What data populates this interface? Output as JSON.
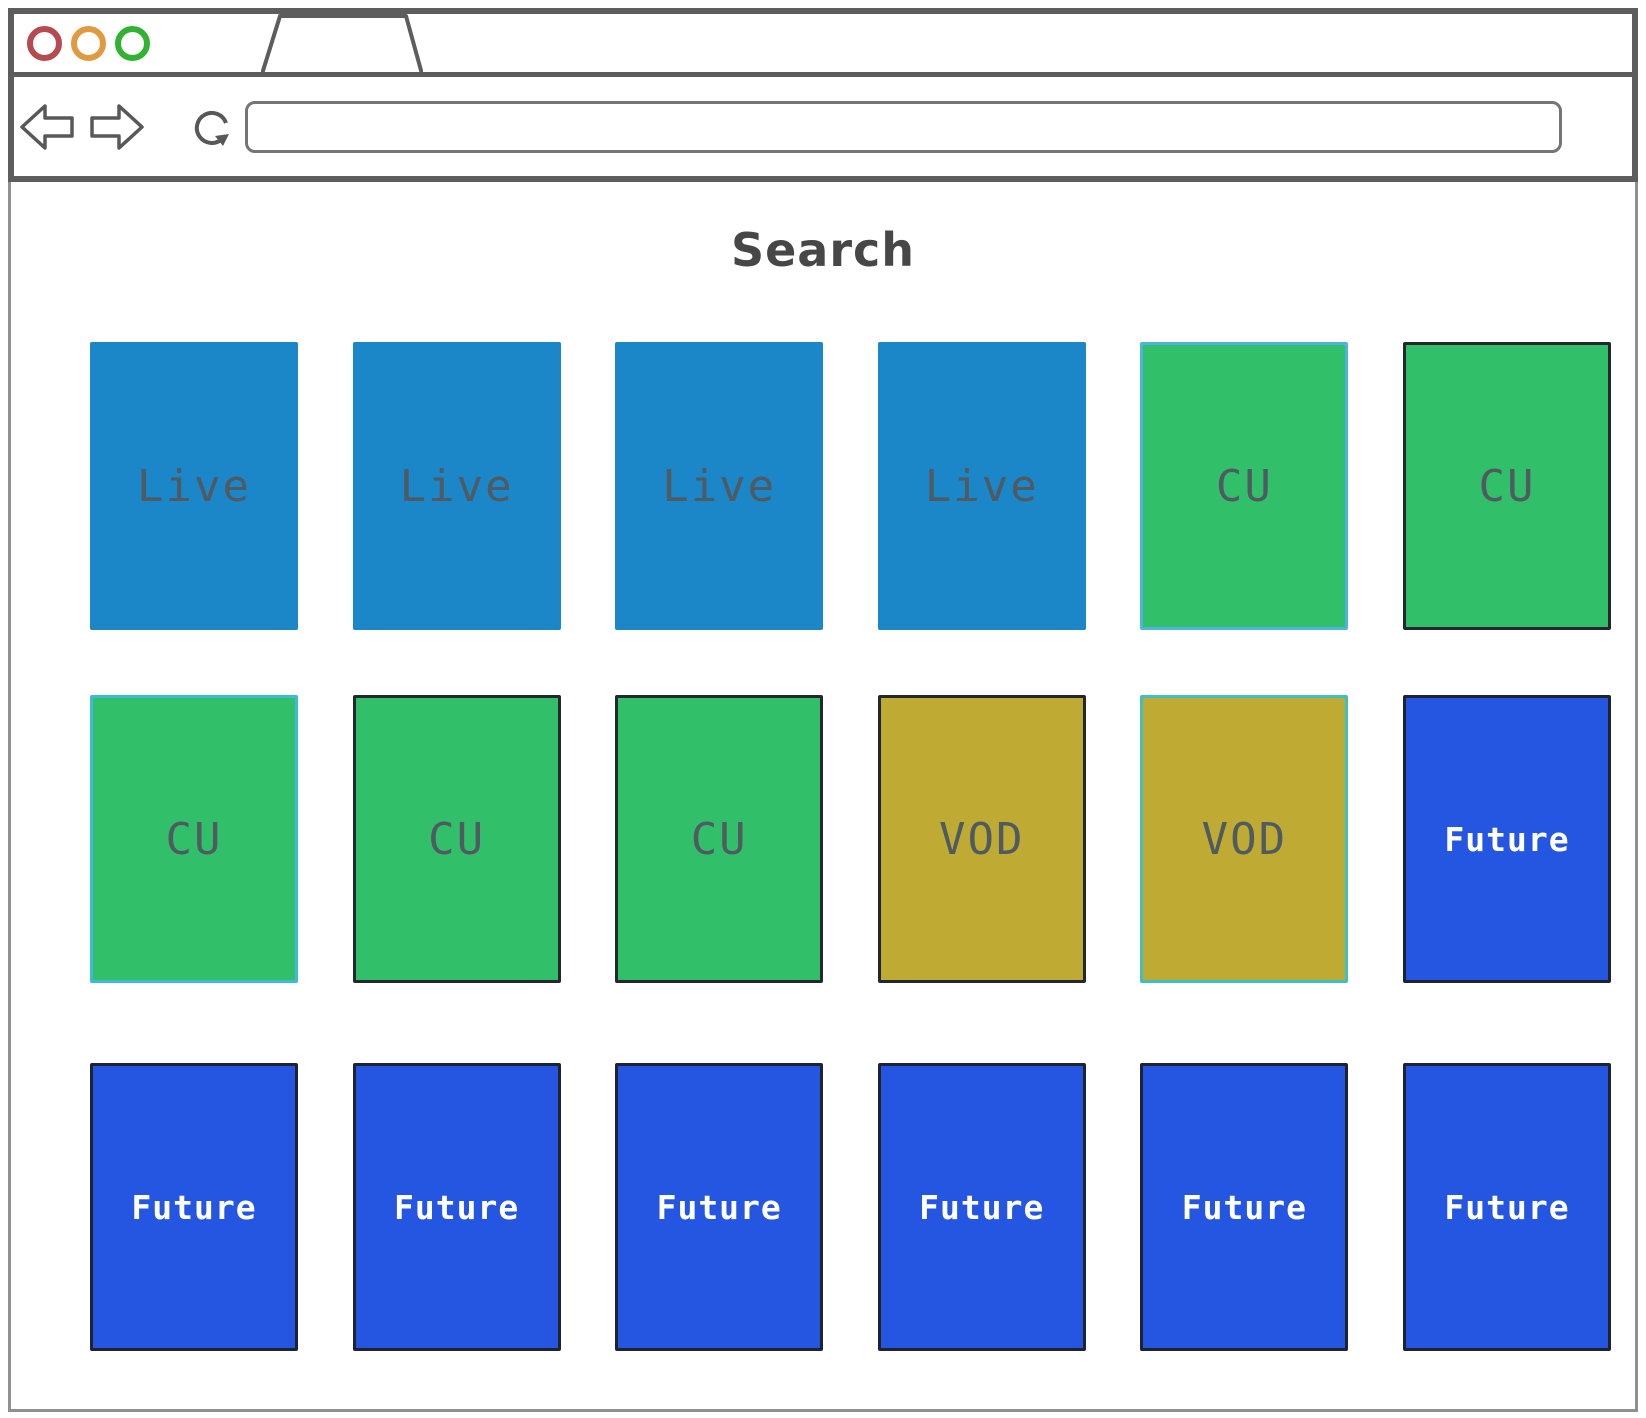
{
  "browser": {
    "traffic_lights": [
      {
        "name": "close-button",
        "color": "#b54a50"
      },
      {
        "name": "minimize-button",
        "color": "#e09a40"
      },
      {
        "name": "zoom-button",
        "color": "#32b232"
      }
    ],
    "tab_label": "",
    "url_bar": {
      "value": "",
      "placeholder": ""
    }
  },
  "page": {
    "title": "Search",
    "grid": {
      "rows": [
        {
          "cards": [
            {
              "label": "Live",
              "bg": "#1b86c8",
              "border": "#1b86c8",
              "text": "#4f5a61"
            },
            {
              "label": "Live",
              "bg": "#1b86c8",
              "border": "#1b86c8",
              "text": "#4f5a61"
            },
            {
              "label": "Live",
              "bg": "#1b86c8",
              "border": "#1b86c8",
              "text": "#4f5a61"
            },
            {
              "label": "Live",
              "bg": "#1b86c8",
              "border": "#1b86c8",
              "text": "#4f5a61"
            },
            {
              "label": "CU",
              "bg": "#32bf6a",
              "border": "#4db4dd",
              "text": "#4f5a61"
            },
            {
              "label": "CU",
              "bg": "#32bf6a",
              "border": "#23282c",
              "text": "#4f5a61"
            }
          ]
        },
        {
          "cards": [
            {
              "label": "CU",
              "bg": "#32bf6a",
              "border": "#3fb9da",
              "text": "#4f5a61"
            },
            {
              "label": "CU",
              "bg": "#32bf6a",
              "border": "#23282c",
              "text": "#4f5a61"
            },
            {
              "label": "CU",
              "bg": "#32bf6a",
              "border": "#23282c",
              "text": "#4f5a61"
            },
            {
              "label": "VOD",
              "bg": "#bfab33",
              "border": "#23282c",
              "text": "#4f5a61"
            },
            {
              "label": "VOD",
              "bg": "#bfab33",
              "border": "#3ec0c0",
              "text": "#4f5a61"
            },
            {
              "label": "Future",
              "bg": "#2556e2",
              "border": "#1d2330",
              "text": "#ffffff"
            }
          ]
        },
        {
          "cards": [
            {
              "label": "Future",
              "bg": "#2556e2",
              "border": "#1d2330",
              "text": "#ffffff"
            },
            {
              "label": "Future",
              "bg": "#2556e2",
              "border": "#1d2330",
              "text": "#ffffff"
            },
            {
              "label": "Future",
              "bg": "#2556e2",
              "border": "#1d2330",
              "text": "#ffffff"
            },
            {
              "label": "Future",
              "bg": "#2556e2",
              "border": "#1d2330",
              "text": "#ffffff"
            },
            {
              "label": "Future",
              "bg": "#2556e2",
              "border": "#1d2330",
              "text": "#ffffff"
            },
            {
              "label": "Future",
              "bg": "#2556e2",
              "border": "#1d2330",
              "text": "#ffffff"
            }
          ]
        }
      ]
    }
  },
  "colors": {
    "live_bg": "#1b86c8",
    "cu_bg": "#32bf6a",
    "vod_bg": "#bfab33",
    "future_bg": "#2556e2",
    "label_dark": "#4f5a61",
    "label_light": "#ffffff",
    "chrome_border": "#5d5d5d",
    "content_border": "#909090"
  }
}
